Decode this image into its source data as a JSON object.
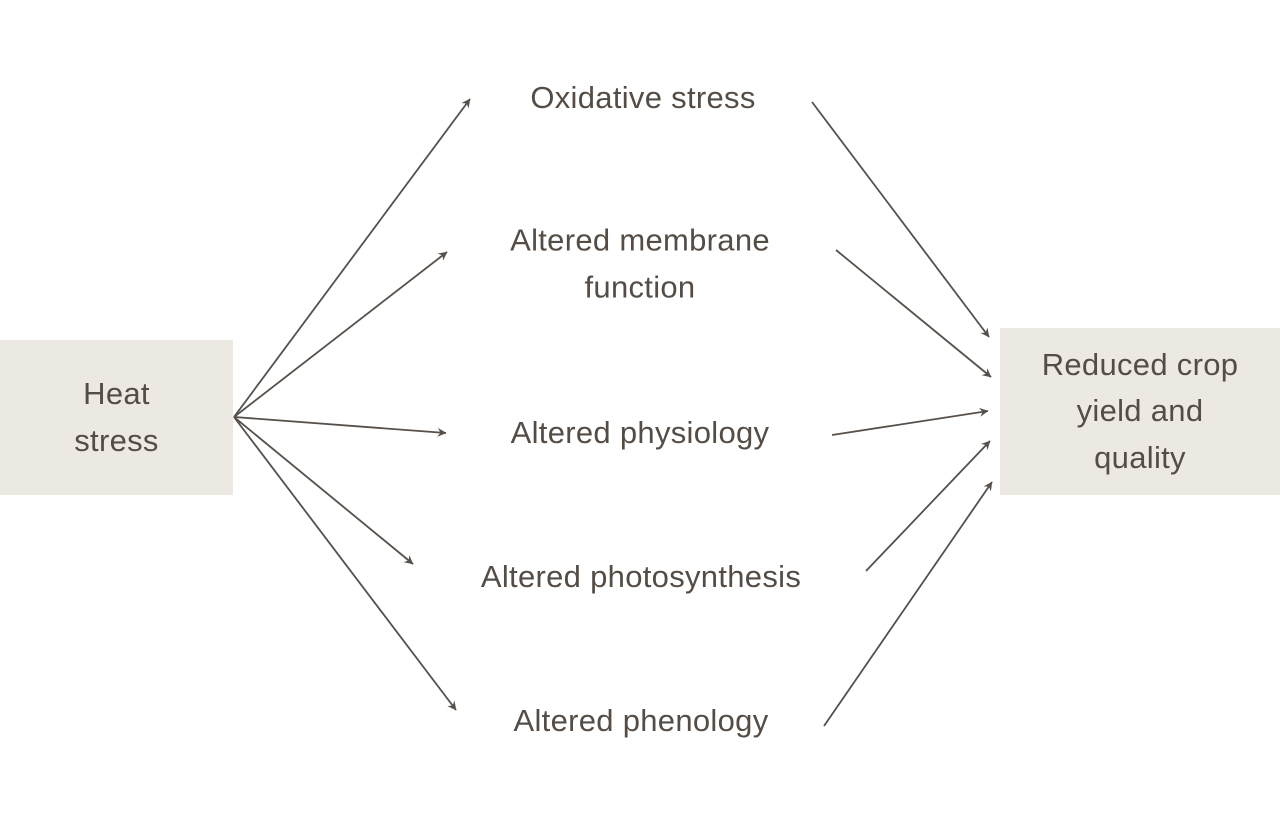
{
  "diagram": {
    "source": {
      "label": "Heat stress"
    },
    "mediators": [
      {
        "label": "Oxidative stress"
      },
      {
        "label": "Altered membrane function"
      },
      {
        "label": "Altered physiology"
      },
      {
        "label": "Altered photosynthesis"
      },
      {
        "label": "Altered phenology"
      }
    ],
    "outcome": {
      "label": "Reduced crop yield and quality"
    },
    "edges": [
      {
        "from": "Heat stress",
        "to": "Oxidative stress"
      },
      {
        "from": "Heat stress",
        "to": "Altered membrane function"
      },
      {
        "from": "Heat stress",
        "to": "Altered physiology"
      },
      {
        "from": "Heat stress",
        "to": "Altered photosynthesis"
      },
      {
        "from": "Heat stress",
        "to": "Altered phenology"
      },
      {
        "from": "Oxidative stress",
        "to": "Reduced crop yield and quality"
      },
      {
        "from": "Altered membrane function",
        "to": "Reduced crop yield and quality"
      },
      {
        "from": "Altered physiology",
        "to": "Reduced crop yield and quality"
      },
      {
        "from": "Altered photosynthesis",
        "to": "Reduced crop yield and quality"
      },
      {
        "from": "Altered phenology",
        "to": "Reduced crop yield and quality"
      }
    ],
    "colors": {
      "background": "#ffffff",
      "box_fill": "#ece9e3",
      "text": "#554d45",
      "arrow": "#57504a"
    }
  }
}
